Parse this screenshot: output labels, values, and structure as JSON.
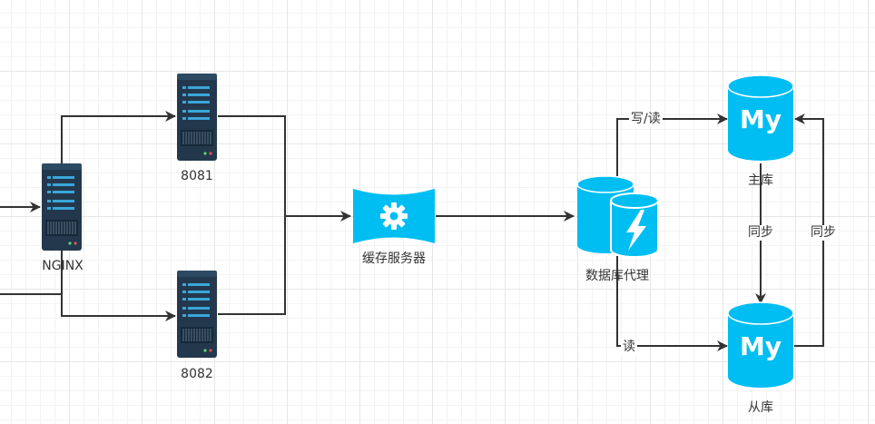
{
  "nodes": {
    "nginx": {
      "label": "NGINX"
    },
    "server_8081": {
      "label": "8081"
    },
    "server_8082": {
      "label": "8082"
    },
    "cache": {
      "label": "缓存服务器"
    },
    "db_proxy": {
      "label": "数据库代理"
    },
    "master_db": {
      "label": "主库",
      "logo_text": "My"
    },
    "slave_db": {
      "label": "从库",
      "logo_text": "My"
    }
  },
  "edges": {
    "proxy_to_master": "写/读",
    "proxy_to_slave": "读",
    "master_to_slave": "同步",
    "slave_to_master": "同步"
  },
  "colors": {
    "server_body": "#23384c",
    "server_accent": "#3aa6d9",
    "cyan": "#00bef2",
    "line": "#333333"
  }
}
